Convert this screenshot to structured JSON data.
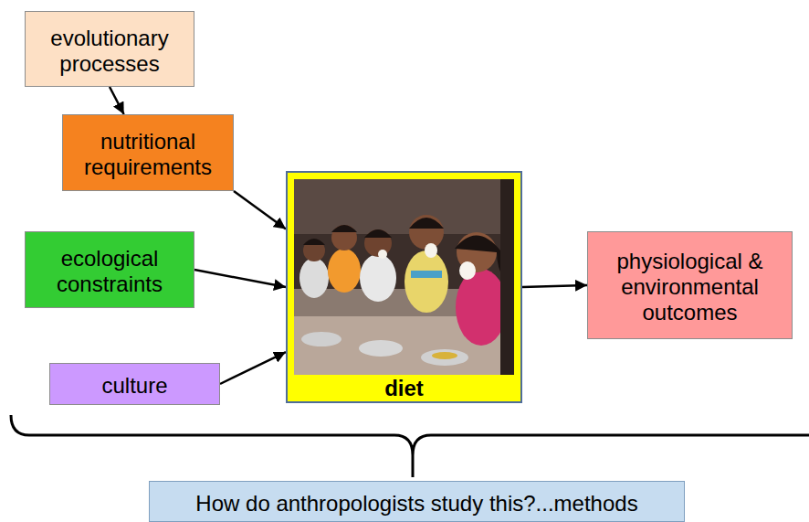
{
  "diagram": {
    "nodes": [
      {
        "text": [
          "evolutionary processes"
        ]
      },
      {
        "text": [
          "nutritional requirements"
        ]
      },
      {
        "text": [
          "ecological constraints"
        ]
      },
      {
        "text": [
          "culture"
        ]
      },
      {
        "text": [
          "diet"
        ]
      },
      {
        "text": [
          "physiological & environmental outcomes"
        ]
      },
      {
        "text": [
          "How do anthropologists study this?...methods"
        ]
      }
    ],
    "edges": [
      {
        "from": 0,
        "to": 1,
        "arrow": "to"
      },
      {
        "from": 1,
        "to": 4,
        "arrow": "to"
      },
      {
        "from": 2,
        "to": 4,
        "arrow": "to"
      },
      {
        "from": 3,
        "to": 4,
        "arrow": "to"
      },
      {
        "from": 4,
        "to": 5,
        "arrow": "to"
      }
    ]
  }
}
